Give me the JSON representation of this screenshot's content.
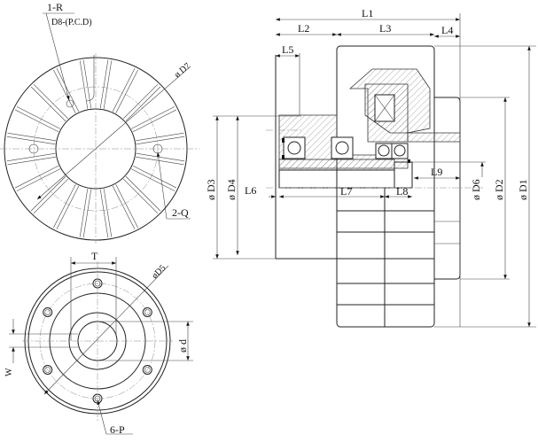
{
  "front_view": {
    "hole_label": "1-R",
    "pcd_label": "D8-(P.C.D)",
    "outer_dia_label": "ø D7",
    "side_hole_label": "2-Q"
  },
  "flange_view": {
    "width_label": "T",
    "flange_dia_label": "øD5",
    "bore_label": "ø d",
    "key_label": "W",
    "bolt_label": "6-P"
  },
  "section_view": {
    "length_labels": [
      "L1",
      "L2",
      "L3",
      "L4",
      "L5",
      "L6",
      "L7",
      "L8",
      "L9"
    ],
    "diameter_labels": [
      "ø D3",
      "ø D4",
      "ø D6",
      "ø D2",
      "ø D1"
    ]
  }
}
